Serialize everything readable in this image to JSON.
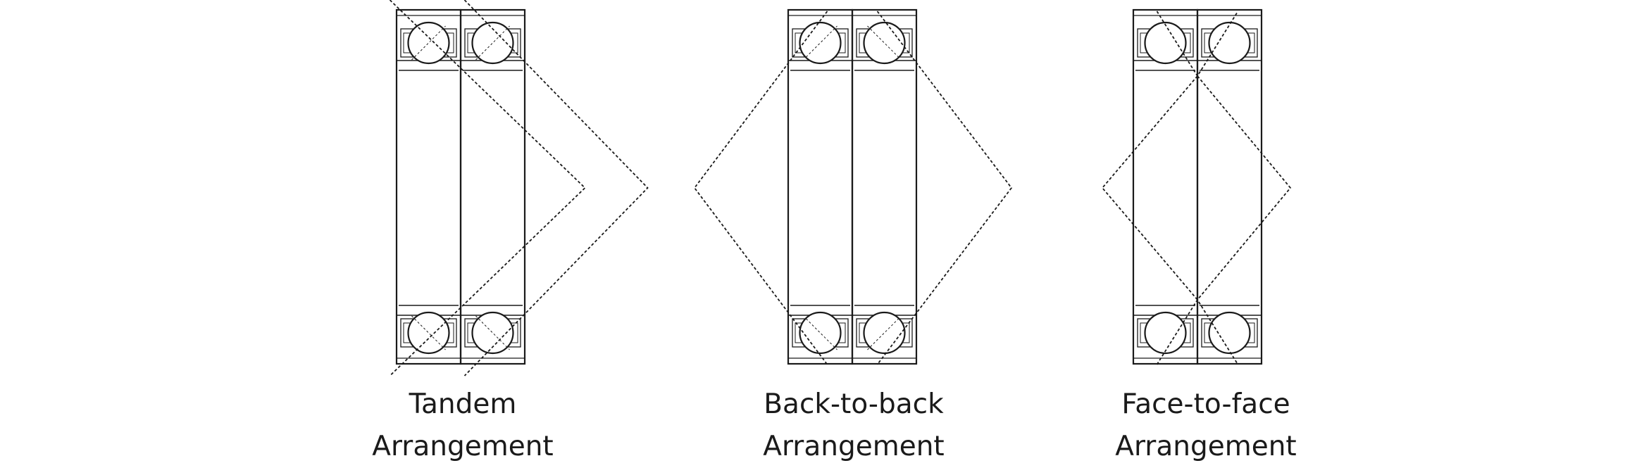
{
  "diagrams": [
    {
      "id": "tandem",
      "type": "tandem",
      "caption_line1": "Tandem",
      "caption_line2": "Arrangement"
    },
    {
      "id": "back-to-back",
      "type": "back-to-back",
      "caption_line1": "Back-to-back",
      "caption_line2": "Arrangement"
    },
    {
      "id": "face-to-face",
      "type": "face-to-face",
      "caption_line1": "Face-to-face",
      "caption_line2": "Arrangement"
    }
  ],
  "colors": {
    "line": "#1a1a1a",
    "background": "#ffffff"
  }
}
